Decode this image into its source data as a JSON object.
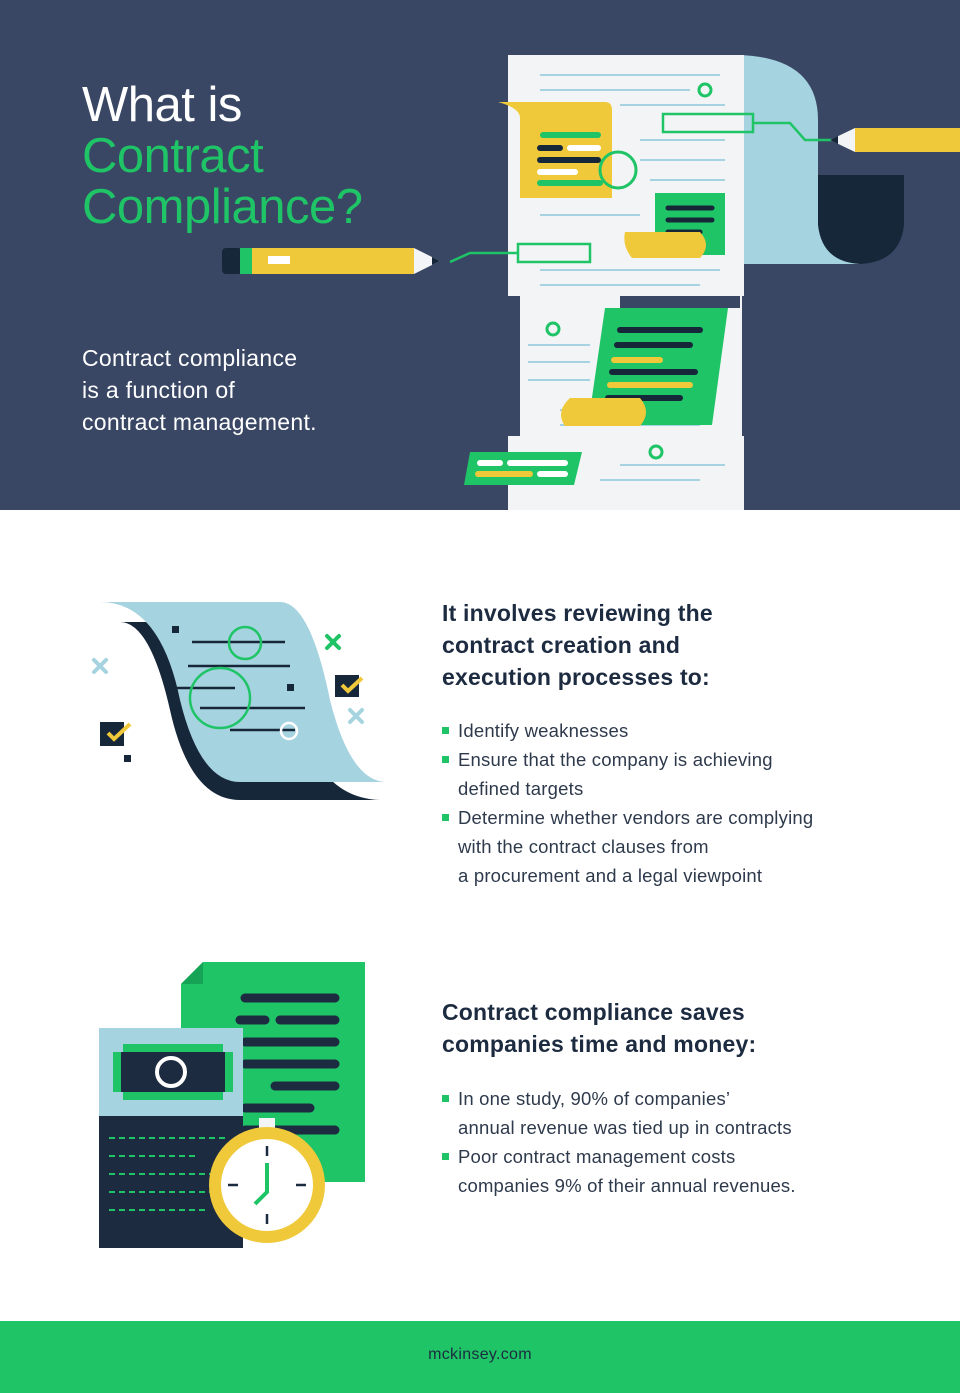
{
  "hero": {
    "title_line1": "What is",
    "title_line2": "Contract",
    "title_line3": "Compliance?",
    "subtitle_line1": "Contract compliance",
    "subtitle_line2": "is a function of",
    "subtitle_line3": "contract management.",
    "colors": {
      "background": "#394765",
      "accent": "#1fc466",
      "yellow": "#f0c93a",
      "light_blue": "#a6d3e0"
    }
  },
  "section1": {
    "heading_line1": "It involves reviewing the",
    "heading_line2": "contract creation and",
    "heading_line3": "execution processes to:",
    "bullets": [
      {
        "line1": "Identify weaknesses"
      },
      {
        "line1": "Ensure that the company is achieving",
        "line2": "defined targets"
      },
      {
        "line1": "Determine whether vendors are complying",
        "line2": "with the contract clauses from",
        "line3": "a procurement and a legal viewpoint"
      }
    ],
    "icons": [
      "document-scroll-icon",
      "checkbox-icon",
      "cross-mark-icon"
    ]
  },
  "section2": {
    "heading_line1": "Contract compliance saves",
    "heading_line2": "companies time and money:",
    "bullets": [
      {
        "line1": "In one study, 90% of companies’",
        "line2": "annual revenue was tied up in contracts"
      },
      {
        "line1": "Poor contract management costs",
        "line2": "companies 9% of their annual revenues."
      }
    ],
    "icons": [
      "banknote-icon",
      "stopwatch-icon",
      "document-icon"
    ]
  },
  "footer": {
    "text": "mckinsey.com",
    "color": "#1fc466"
  }
}
